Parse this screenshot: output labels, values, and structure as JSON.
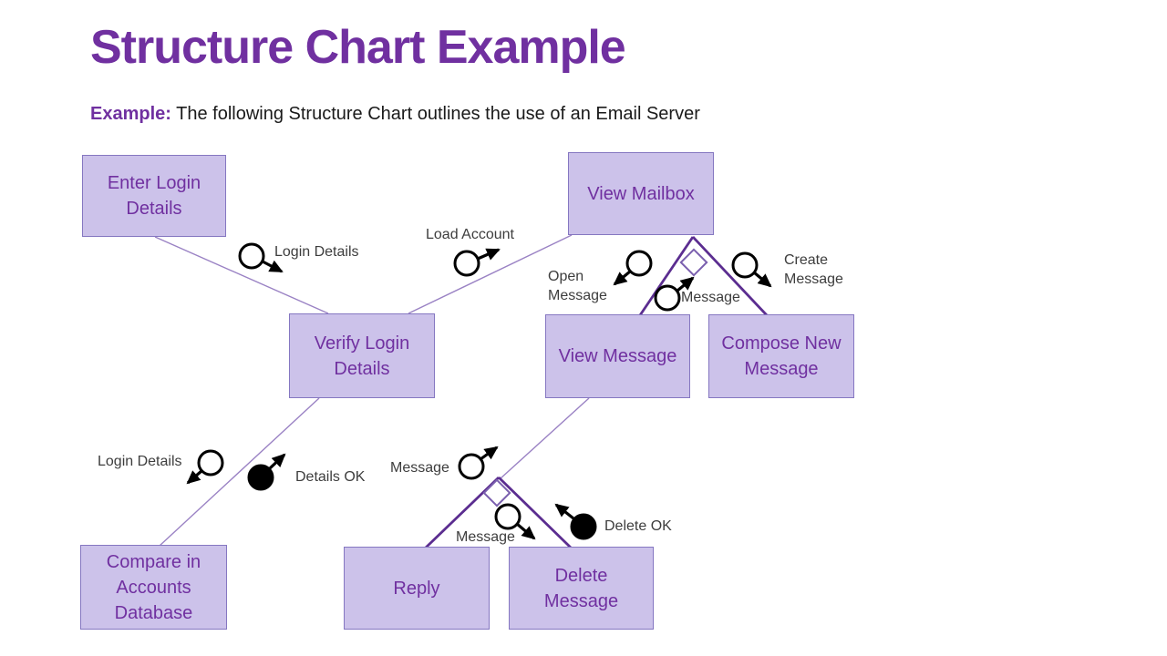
{
  "title": "Structure Chart Example",
  "subtitle": {
    "bold": "Example:",
    "rest": " The following Structure Chart outlines the use of an Email Server"
  },
  "colors": {
    "title": "#7030A0",
    "box_fill": "#CCC2EA",
    "box_border": "#8577C1",
    "box_text": "#7030A0",
    "line_thin": "#9A82C4",
    "line_thick": "#5B2D90",
    "diamond_border": "#7A5FAE",
    "symbol": "#000000",
    "label_text": "#3D3D3D",
    "background": "#FFFFFF"
  },
  "diagram": {
    "type": "structure-chart",
    "modules": [
      {
        "id": "enter-login-details",
        "label": "Enter Login\nDetails"
      },
      {
        "id": "view-mailbox",
        "label": "View Mailbox"
      },
      {
        "id": "verify-login-details",
        "label": "Verify Login\nDetails"
      },
      {
        "id": "view-message",
        "label": "View Message"
      },
      {
        "id": "compose-new-message",
        "label": "Compose New\nMessage"
      },
      {
        "id": "compare-in-accounts-database",
        "label": "Compare in\nAccounts\nDatabase"
      },
      {
        "id": "reply",
        "label": "Reply"
      },
      {
        "id": "delete-message",
        "label": "Delete\nMessage"
      }
    ],
    "connections": [
      {
        "from": "enter-login-details",
        "to": "verify-login-details",
        "style": "thin"
      },
      {
        "from": "verify-login-details",
        "to": "view-mailbox",
        "style": "thin"
      },
      {
        "from": "view-mailbox",
        "to": "view-message",
        "style": "thick"
      },
      {
        "from": "view-mailbox",
        "to": "compose-new-message",
        "style": "thick"
      },
      {
        "from": "view-message",
        "to": "reply-delete-junction",
        "style": "thin"
      },
      {
        "from": "view-message",
        "to": "reply",
        "style": "thick"
      },
      {
        "from": "view-message",
        "to": "delete-message",
        "style": "thick"
      },
      {
        "from": "verify-login-details",
        "to": "compare-in-accounts-database",
        "style": "thin"
      }
    ],
    "decisions": [
      {
        "below": "view-mailbox"
      },
      {
        "below": "view-message"
      }
    ],
    "couples": [
      {
        "kind": "data",
        "label": "Login Details",
        "from": "enter-login-details",
        "to": "verify-login-details"
      },
      {
        "kind": "data",
        "label": "Load Account",
        "from": "verify-login-details",
        "to": "view-mailbox"
      },
      {
        "kind": "data",
        "label": "Open\nMessage",
        "from": "view-mailbox",
        "to": "view-message"
      },
      {
        "kind": "data",
        "label": "Message",
        "from": "view-message",
        "to": "view-mailbox"
      },
      {
        "kind": "data",
        "label": "Create\nMessage",
        "from": "view-mailbox",
        "to": "compose-new-message"
      },
      {
        "kind": "data",
        "label": "Login Details",
        "from": "verify-login-details",
        "to": "compare-in-accounts-database"
      },
      {
        "kind": "control",
        "label": "Details OK",
        "from": "compare-in-accounts-database",
        "to": "verify-login-details"
      },
      {
        "kind": "data",
        "label": "Message",
        "from": "reply",
        "to": "view-message"
      },
      {
        "kind": "data",
        "label": "Message",
        "from": "view-message",
        "to": "delete-message"
      },
      {
        "kind": "control",
        "label": "Delete OK",
        "from": "delete-message",
        "to": "view-message"
      }
    ]
  }
}
